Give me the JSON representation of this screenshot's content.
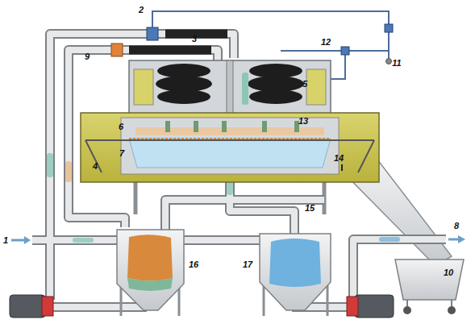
{
  "diagram": {
    "labels": [
      "2",
      "3",
      "9",
      "12",
      "11",
      "5",
      "6",
      "13",
      "7",
      "4",
      "14",
      "15",
      "1",
      "8",
      "16",
      "17",
      "10"
    ]
  }
}
